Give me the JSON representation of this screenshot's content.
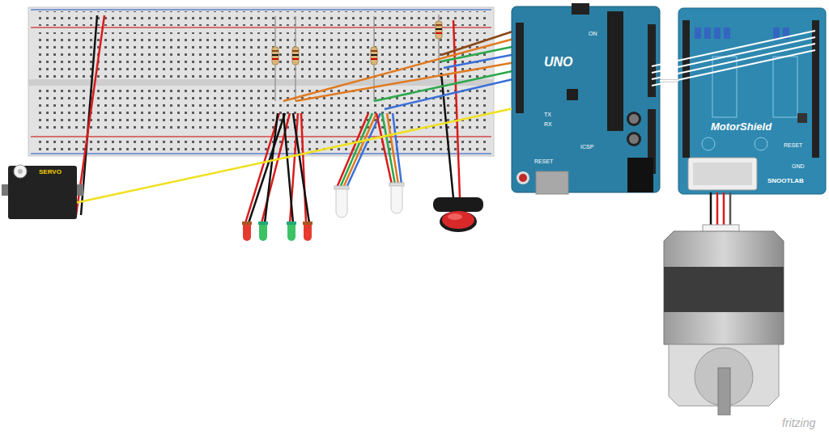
{
  "diagram": {
    "nodes": [
      {
        "text": [
          "SERVO"
        ]
      },
      {
        "text": [
          "UNO",
          "ON",
          "TX",
          "RX",
          "ICSP",
          "RESET"
        ]
      },
      {
        "text": [
          "MotorShield",
          "SNOOTLAB",
          "RESET",
          "GND"
        ]
      }
    ],
    "edges": [
      {
        "from": 0,
        "to": 1,
        "arrow": "none"
      },
      {
        "from": 1,
        "to": 2,
        "arrow": "none"
      }
    ],
    "labels": [
      "fritzing"
    ]
  }
}
